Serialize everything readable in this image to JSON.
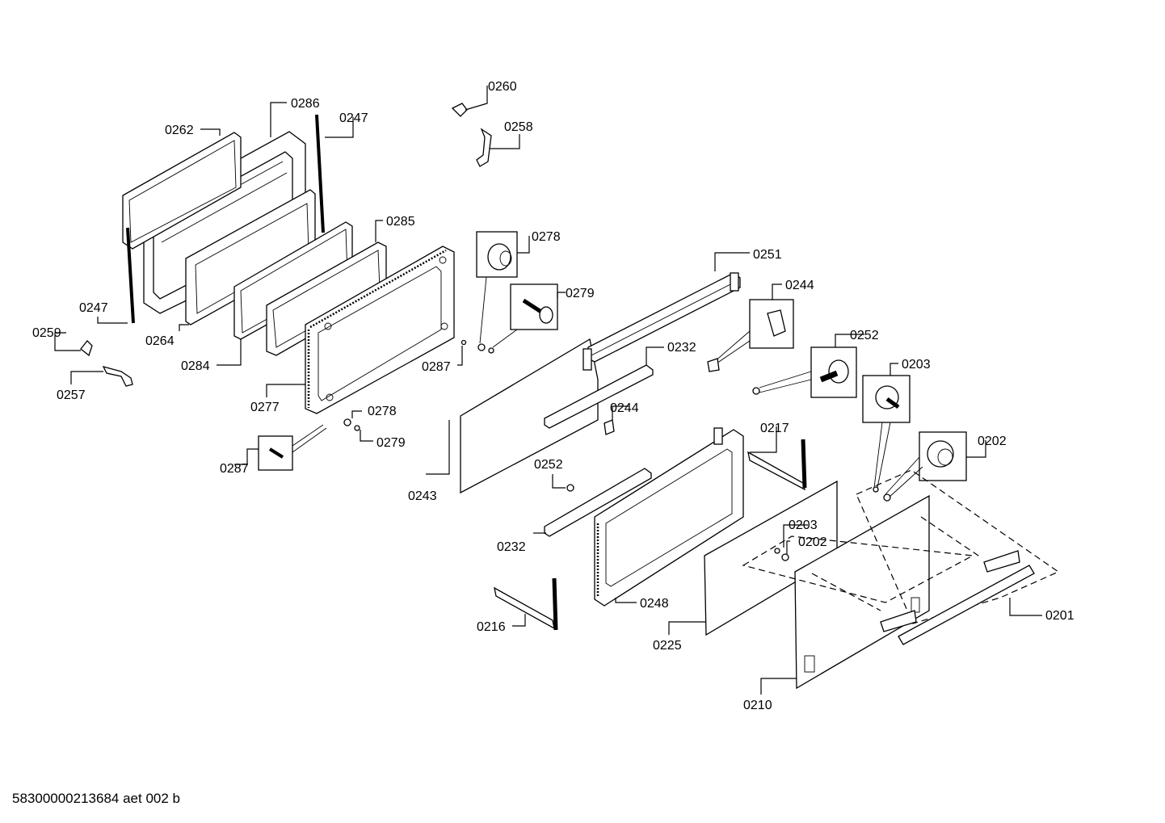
{
  "footer_code": "58300000213684 aet 002 b",
  "labels": {
    "l0260": "0260",
    "l0258": "0258",
    "l0286": "0286",
    "l0247a": "0247",
    "l0262": "0262",
    "l0285": "0285",
    "l0278a": "0278",
    "l0251": "0251",
    "l0244a": "0244",
    "l0279a": "0279",
    "l0247b": "0247",
    "l0259": "0259",
    "l0264": "0264",
    "l0284": "0284",
    "l0257": "0257",
    "l0287a": "0287",
    "l0232a": "0232",
    "l0252a": "0252",
    "l0203a": "0203",
    "l0277": "0277",
    "l0278b": "0278",
    "l0244b": "0244",
    "l0279b": "0279",
    "l0217": "0217",
    "l0202a": "0202",
    "l0287b": "0287",
    "l0252b": "0252",
    "l0243": "0243",
    "l0203b": "0203",
    "l0202b": "0202",
    "l0232b": "0232",
    "l0248": "0248",
    "l0201": "0201",
    "l0216": "0216",
    "l0225": "0225",
    "l0210": "0210"
  }
}
